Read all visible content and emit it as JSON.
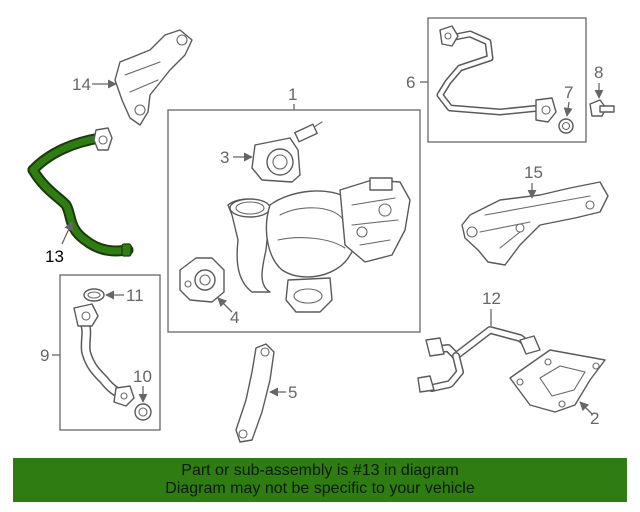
{
  "callouts": {
    "c1": "1",
    "c2": "2",
    "c3": "3",
    "c4": "4",
    "c5": "5",
    "c6": "6",
    "c7": "7",
    "c8": "8",
    "c9": "9",
    "c10": "10",
    "c11": "11",
    "c12": "12",
    "c13": "13",
    "c14": "14",
    "c15": "15"
  },
  "highlight": {
    "part_number": "13",
    "color": "#2f7d12",
    "outline": "#1a3a0a"
  },
  "banner": {
    "line1": "Part or sub-assembly is #13 in diagram",
    "line2": "Diagram may not be specific to your vehicle"
  }
}
